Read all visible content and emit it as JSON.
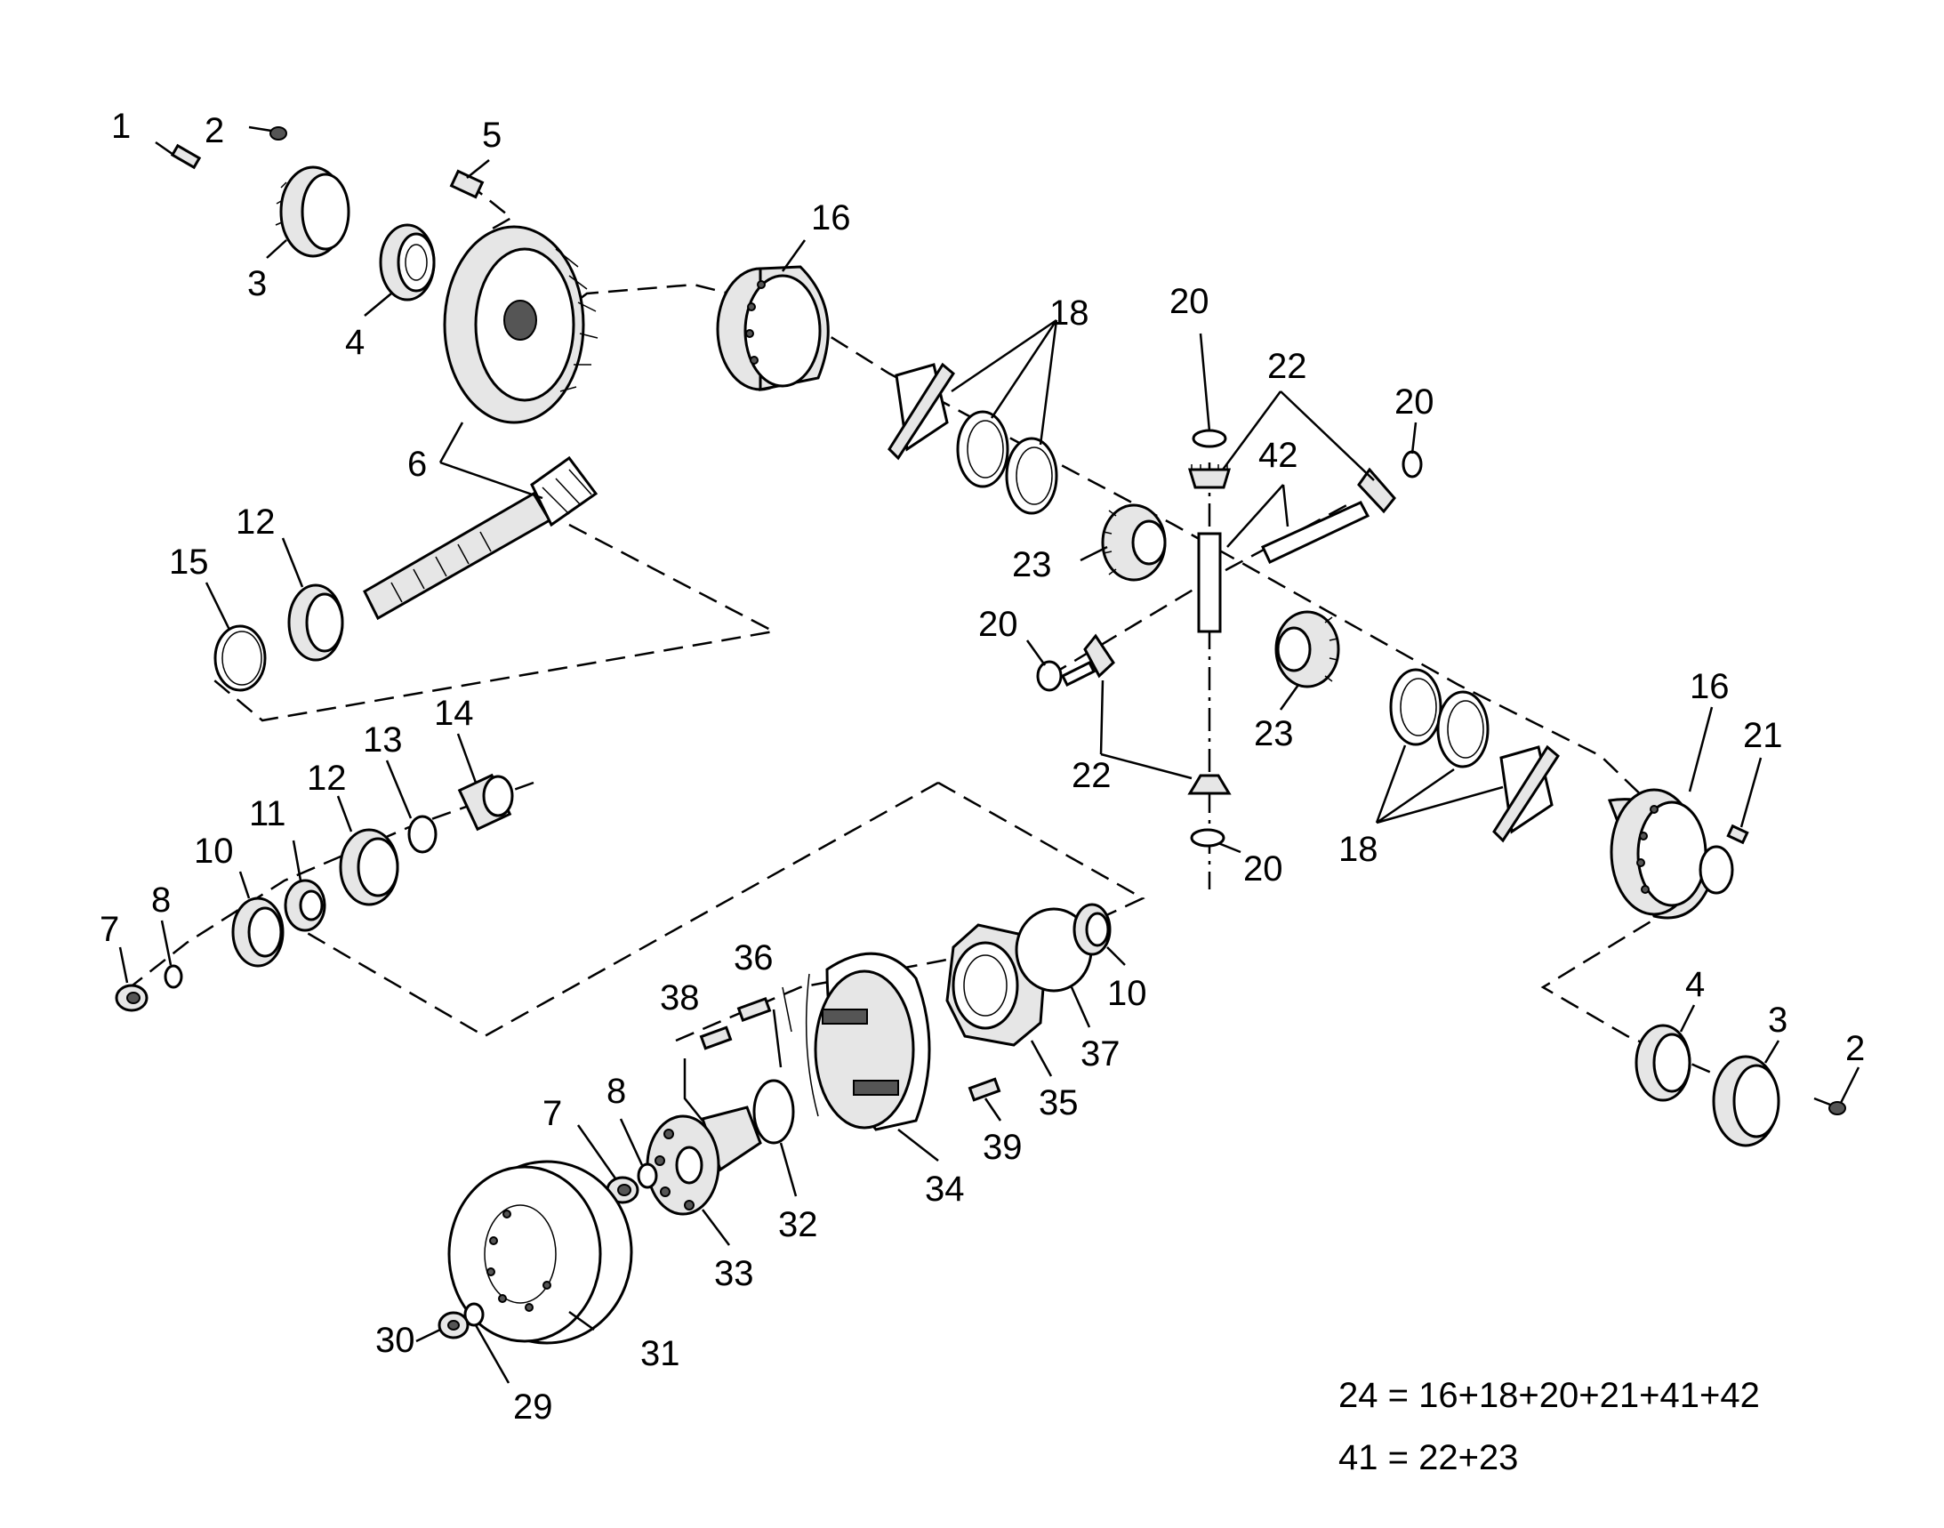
{
  "callouts": {
    "c1": "1",
    "c2a": "2",
    "c2b": "2",
    "c3a": "3",
    "c3b": "3",
    "c4a": "4",
    "c4b": "4",
    "c5": "5",
    "c6": "6",
    "c7a": "7",
    "c7b": "7",
    "c8a": "8",
    "c8b": "8",
    "c10a": "10",
    "c10b": "10",
    "c11": "11",
    "c12a": "12",
    "c12b": "12",
    "c13": "13",
    "c14": "14",
    "c15": "15",
    "c16a": "16",
    "c16b": "16",
    "c18a": "18",
    "c18b": "18",
    "c20a": "20",
    "c20b": "20",
    "c20c": "20",
    "c20d": "20",
    "c21": "21",
    "c22a": "22",
    "c22b": "22",
    "c23a": "23",
    "c23b": "23",
    "c29": "29",
    "c30": "30",
    "c31": "31",
    "c32": "32",
    "c33": "33",
    "c34": "34",
    "c35": "35",
    "c36": "36",
    "c37": "37",
    "c38": "38",
    "c39": "39",
    "c42": "42"
  },
  "formulas": {
    "f24": "24 = 16+18+20+21+41+42",
    "f41": "41 = 22+23"
  }
}
